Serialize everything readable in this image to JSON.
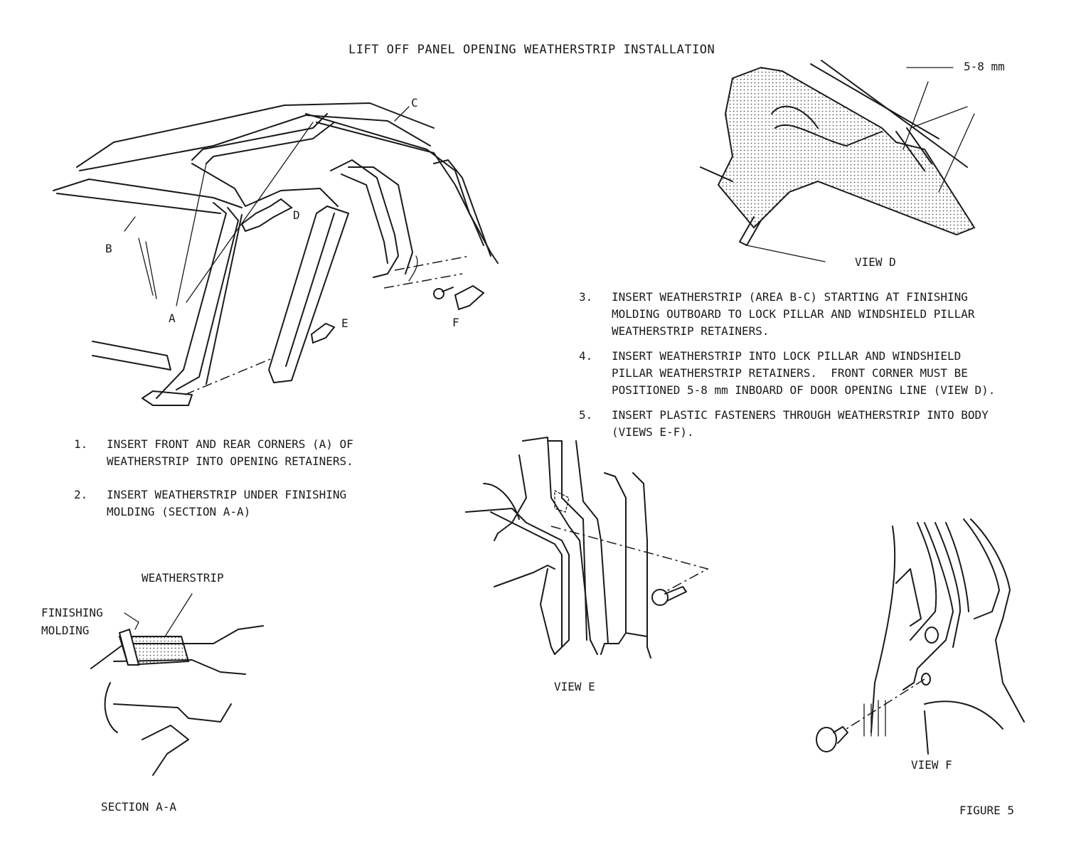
{
  "title": "LIFT OFF PANEL OPENING WEATHERSTRIP INSTALLATION",
  "callouts": {
    "a": "A",
    "b": "B",
    "c": "C",
    "d": "D",
    "e": "E",
    "f": "F"
  },
  "dimension": "5-8 mm",
  "views": {
    "d": "VIEW D",
    "e": "VIEW E",
    "f": "VIEW F",
    "section": "SECTION A-A"
  },
  "section_labels": {
    "weatherstrip": "WEATHERSTRIP",
    "finishing_1": "FINISHING",
    "finishing_2": "MOLDING"
  },
  "steps_left": [
    {
      "num": "1.",
      "lines": [
        "INSERT FRONT AND REAR CORNERS (A) OF",
        "WEATHERSTRIP INTO OPENING RETAINERS."
      ]
    },
    {
      "num": "2.",
      "lines": [
        "INSERT WEATHERSTRIP UNDER FINISHING",
        "MOLDING (SECTION A-A)"
      ]
    }
  ],
  "steps_right": [
    {
      "num": "3.",
      "lines": [
        "INSERT WEATHERSTRIP (AREA B-C) STARTING AT FINISHING",
        "MOLDING OUTBOARD TO LOCK PILLAR AND WINDSHIELD PILLAR",
        "WEATHERSTRIP RETAINERS."
      ]
    },
    {
      "num": "4.",
      "lines": [
        "INSERT WEATHERSTRIP INTO LOCK PILLAR AND WINDSHIELD",
        "PILLAR WEATHERSTRIP RETAINERS.  FRONT CORNER MUST BE",
        "POSITIONED 5-8 mm INBOARD OF DOOR OPENING LINE (VIEW D)."
      ]
    },
    {
      "num": "5.",
      "lines": [
        "INSERT PLASTIC FASTENERS THROUGH WEATHERSTRIP INTO BODY",
        "(VIEWS E-F)."
      ]
    }
  ],
  "figure_label": "FIGURE 5"
}
